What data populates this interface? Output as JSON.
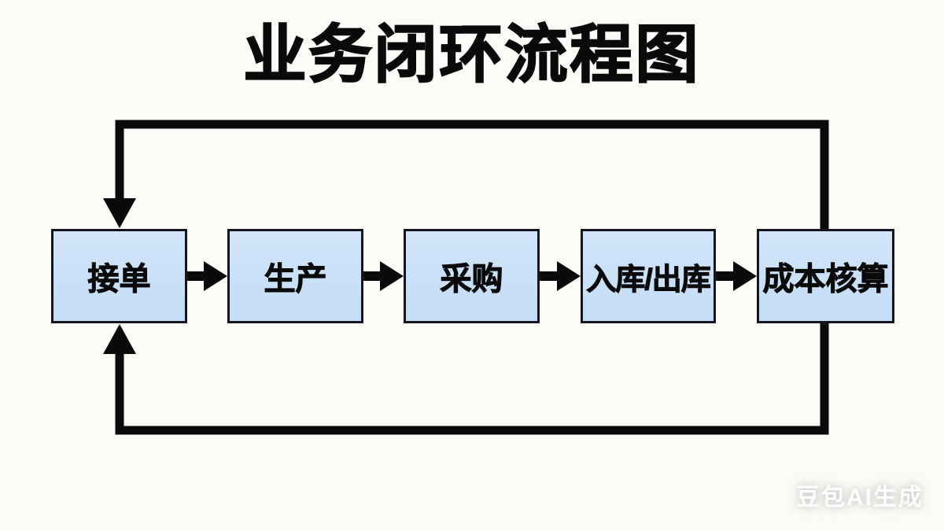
{
  "title": "业务闭环流程图",
  "flow": {
    "steps": [
      {
        "id": "order",
        "label": "接单"
      },
      {
        "id": "production",
        "label": "生产"
      },
      {
        "id": "procurement",
        "label": "采购"
      },
      {
        "id": "warehouse",
        "label": "入库/出库"
      },
      {
        "id": "costing",
        "label": "成本核算"
      }
    ],
    "connections": [
      {
        "from": "接单",
        "to": "生产",
        "type": "forward"
      },
      {
        "from": "生产",
        "to": "采购",
        "type": "forward"
      },
      {
        "from": "采购",
        "to": "入库/出库",
        "type": "forward"
      },
      {
        "from": "入库/出库",
        "to": "成本核算",
        "type": "forward"
      },
      {
        "from": "成本核算",
        "to": "接单",
        "type": "feedback-top-loop"
      },
      {
        "from": "成本核算",
        "to": "接单",
        "type": "feedback-bottom-loop"
      }
    ]
  },
  "watermark": {
    "label": "豆包AI生成"
  },
  "colors": {
    "background": "#fcfbf7",
    "box_fill": "#c9e0f7",
    "box_border": "#15151e",
    "connector_line": "#0a0a0a",
    "title_text": "#0a0a0a",
    "box_text": "#0a0a0a",
    "watermark_text": "#ffffff"
  }
}
